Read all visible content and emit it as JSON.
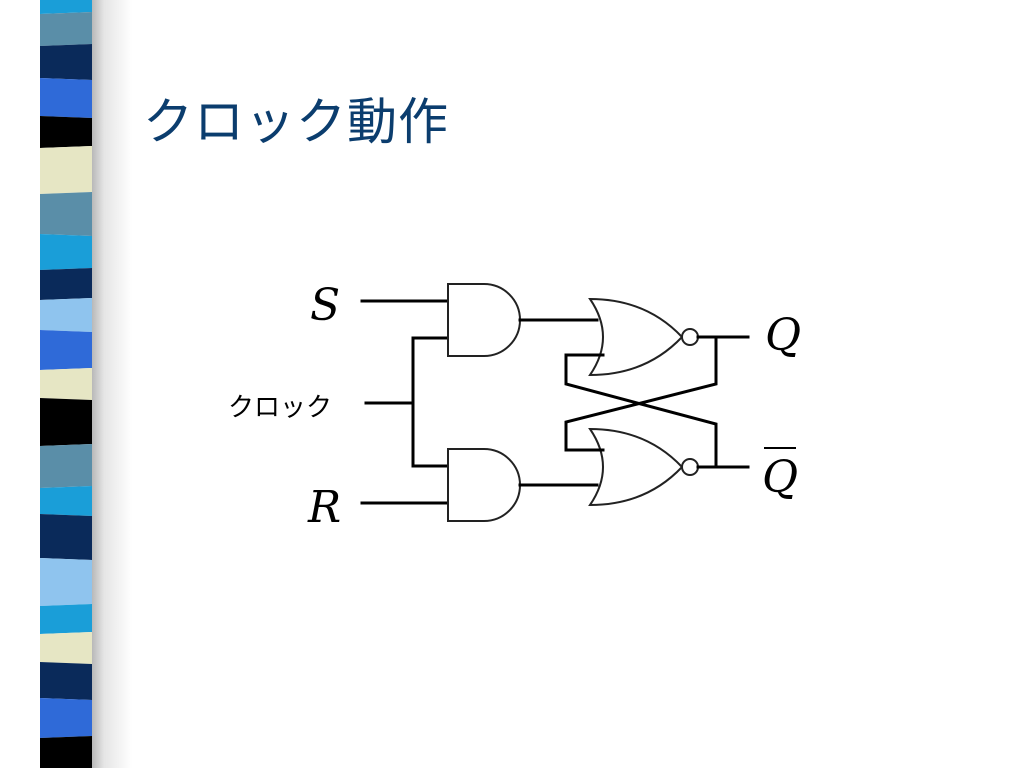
{
  "title": "クロック動作",
  "diagram": {
    "inputs": {
      "s": "S",
      "clock": "クロック",
      "r": "R"
    },
    "outputs": {
      "q": "Q",
      "q_bar": "Q"
    }
  },
  "colors": {
    "title": "#0b3d6e",
    "strip": [
      "#5aa0c8",
      "#0a2a5a",
      "#2f6ad8",
      "#e6e6c4",
      "#000000",
      "#8fc4ee",
      "#1a9ed8",
      "#5a8ea8"
    ]
  }
}
